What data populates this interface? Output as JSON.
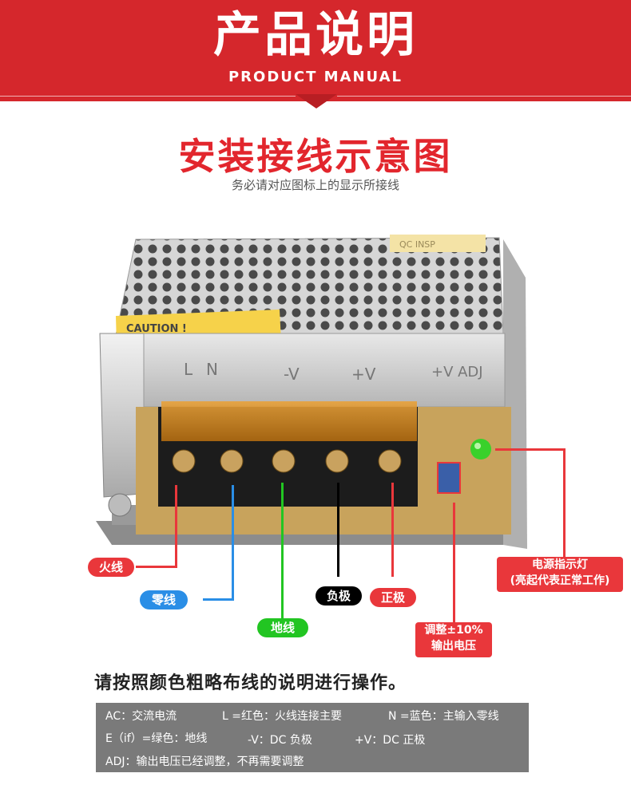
{
  "header": {
    "title": "产品说明",
    "subtitle": "PRODUCT MANUAL"
  },
  "heading": "安装接线示意图",
  "subheading": "务必请对应图标上的显示所接线",
  "device": {
    "caution": "CAUTION !",
    "qc": "QC  INSP",
    "terminals": [
      "L",
      "N",
      "-V",
      "+V",
      "+V ADJ"
    ]
  },
  "labels": {
    "live": "火线",
    "neutral": "零线",
    "earth": "地线",
    "negative": "负极",
    "positive": "正极",
    "adjust_line1": "调整±10%",
    "adjust_line2": "输出电压",
    "power_led_line1": "电源指示灯",
    "power_led_line2": "(亮起代表正常工作)"
  },
  "colors": {
    "red": "#e9373b",
    "blue": "#2a8ee6",
    "green": "#22c522",
    "black": "#000000"
  },
  "notes": {
    "title": "请按照颜色粗略布线的说明进行操作。",
    "ac": "AC：交流电流",
    "l": "L =红色：火线连接主要",
    "n": "N =蓝色：主输入零线",
    "e": "E（if）=绿色：地线",
    "neg": "-V：DC 负极",
    "pos": "+V：DC 正极",
    "adj": "ADJ：输出电压已经调整，不再需要调整"
  }
}
